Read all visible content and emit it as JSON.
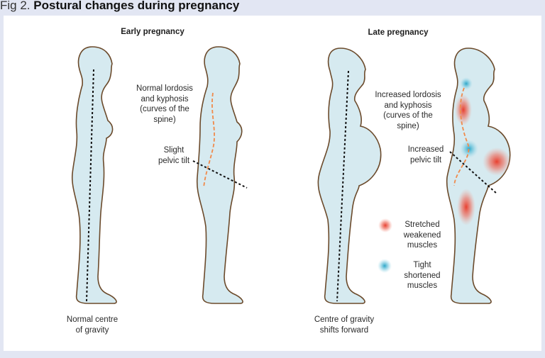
{
  "figure": {
    "label": "Fig 2.",
    "title": "Postural changes during pregnancy"
  },
  "sections": [
    {
      "heading": "Early pregnancy",
      "figures": [
        {
          "caption": "Normal centre of gravity",
          "caption_lines": [
            "Normal centre",
            "of gravity"
          ]
        },
        {
          "annotations": [
            {
              "text_lines": [
                "Normal lordosis",
                "and kyphosis",
                "(curves of the",
                "spine)"
              ]
            },
            {
              "text_lines": [
                "Slight",
                "pelvic tilt"
              ]
            }
          ]
        }
      ]
    },
    {
      "heading": "Late pregnancy",
      "figures": [
        {
          "caption": "Centre of gravity shifts forward",
          "caption_lines": [
            "Centre of gravity",
            "shifts forward"
          ]
        },
        {
          "annotations": [
            {
              "text_lines": [
                "Increased lordosis",
                "and kyphosis",
                "(curves of the",
                "spine)"
              ]
            },
            {
              "text_lines": [
                "Increased",
                "pelvic tilt"
              ]
            }
          ]
        }
      ]
    }
  ],
  "legend": [
    {
      "icon": "red-dot-icon",
      "color": "#e8402f",
      "text_lines": [
        "Stretched",
        "weakened",
        "muscles"
      ]
    },
    {
      "icon": "blue-dot-icon",
      "color": "#2aa6c8",
      "text_lines": [
        "Tight",
        "shortened",
        "muscles"
      ]
    }
  ],
  "colors": {
    "background": "#e2e6f3",
    "body_fill": "#d6eaf0",
    "body_outline": "#6b4a2b",
    "spine_curve": "#f08a4b",
    "gravity_line": "#111111"
  }
}
